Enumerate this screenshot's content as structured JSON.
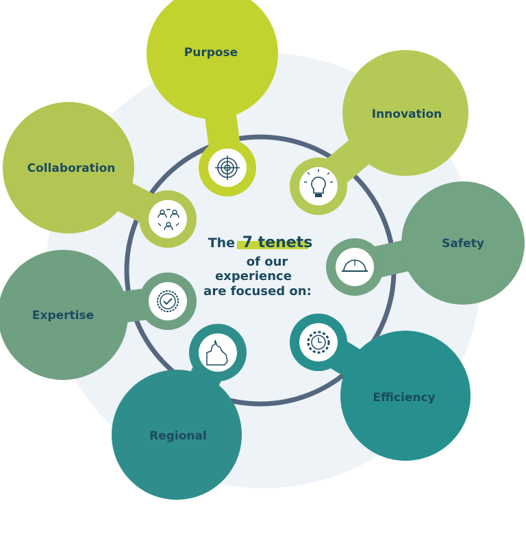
{
  "title": {
    "line1_prefix": "The",
    "line1_highlight": "7 tenets",
    "line2": "of our",
    "line3": "experience",
    "line4": "are focused on:"
  },
  "colors": {
    "text": "#1c4a5e",
    "highlight": "#c4d53a",
    "arc": "#55677f",
    "background_disc": "#eef3f8"
  },
  "tenets": [
    {
      "label": "Purpose",
      "icon": "target-icon",
      "color": "#c2d32f"
    },
    {
      "label": "Innovation",
      "icon": "lightbulb-icon",
      "color": "#b5c956"
    },
    {
      "label": "Safety",
      "icon": "hard-hat-icon",
      "color": "#72a383"
    },
    {
      "label": "Efficiency",
      "icon": "gear-clock-icon",
      "color": "#27908f"
    },
    {
      "label": "Regional",
      "icon": "queensland-map-icon",
      "color": "#2f8e8b"
    },
    {
      "label": "Expertise",
      "icon": "check-badge-icon",
      "color": "#70a082"
    },
    {
      "label": "Collaboration",
      "icon": "people-cycle-icon",
      "color": "#b3c653"
    }
  ]
}
